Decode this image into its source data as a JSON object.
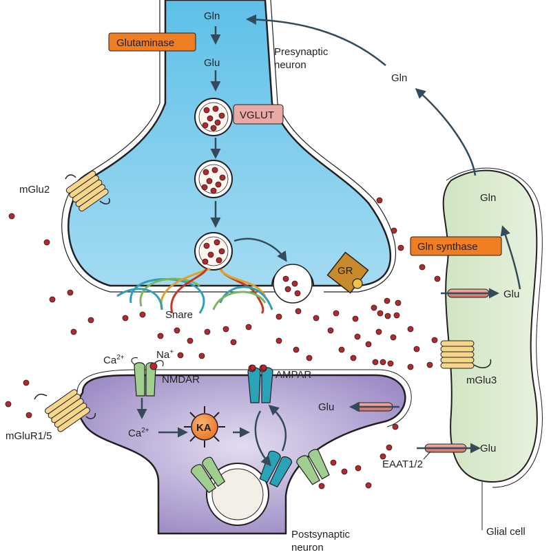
{
  "labels": {
    "gln_top": "Gln",
    "glutaminase": "Glutaminase",
    "glu_top": "Glu",
    "presynaptic": [
      "Presynaptic",
      "neuron"
    ],
    "vglut": "VGLUT",
    "gln_mid": "Gln",
    "gln_glial": "Gln",
    "gln_synthase": "Gln synthase",
    "mglu2": "mGlu2",
    "gr": "GR",
    "glu_glial": "Glu",
    "snare": "Snare",
    "ca": "Ca",
    "ca_sup": "2+",
    "na": "Na",
    "na_sup": "+",
    "nmdar": "NMDAR",
    "ampar": "AMPAR",
    "mglu3": "mGlu3",
    "glu_post": "Glu",
    "mglur15": "mGluR1/5",
    "ca2": "Ca",
    "ca2_sup": "2+",
    "ka": "KA",
    "eaat": "EAAT1/2",
    "glu_eaat": "Glu",
    "glial_cell": "Glial cell",
    "postsynaptic": [
      "Postsynaptic",
      "neuron"
    ]
  },
  "colors": {
    "presynaptic_fill": "#6fc6e8",
    "postsynaptic_fill": "#b7a9d6",
    "glial_fill": "#d9ebcf",
    "enzyme_orange": "#ef7d22",
    "vglut_pink": "#e9a9a4",
    "glutamate_red": "#b3282d",
    "receptor_yellow": "#f7d58b",
    "nmdar_green": "#9fce8f",
    "ampar_teal": "#2aa3b8",
    "arrow": "#34495a"
  }
}
